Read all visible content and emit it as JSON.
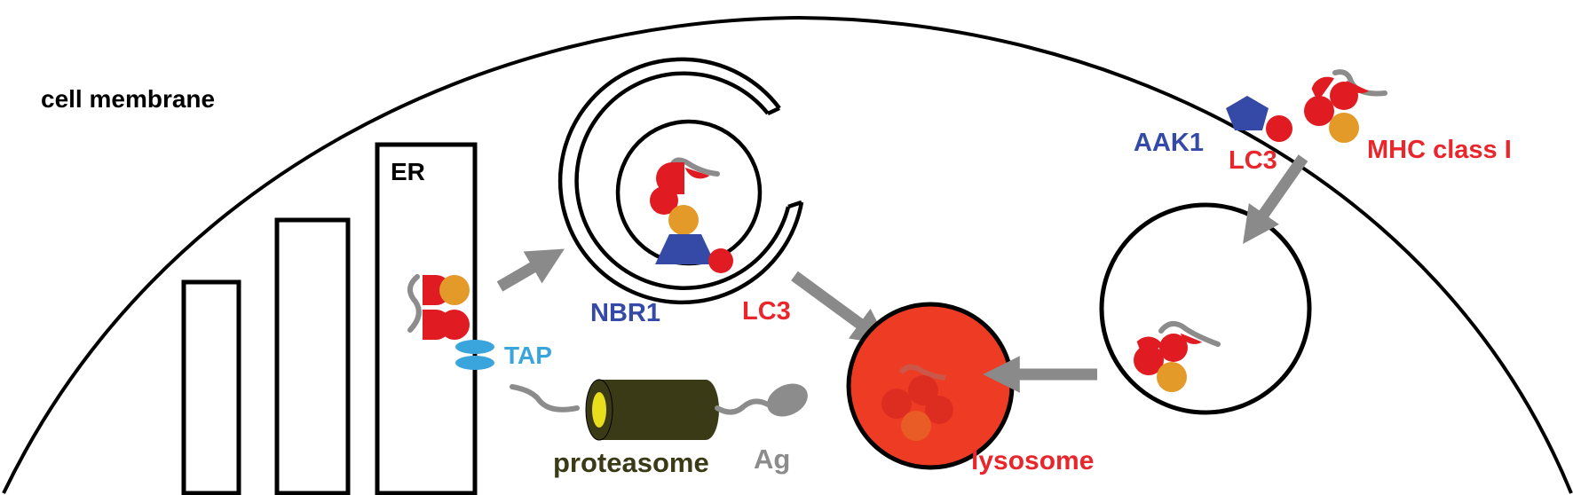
{
  "labels": {
    "cell_membrane": "cell membrane",
    "er": "ER",
    "tap": "TAP",
    "nbr1": "NBR1",
    "lc3_autophagosome": "LC3",
    "proteasome": "proteasome",
    "ag": "Ag",
    "lysosome": "lysosome",
    "aak1": "AAK1",
    "lc3_membrane": "LC3",
    "mhc_class_i": "MHC class I"
  },
  "colors": {
    "outline": "#000000",
    "mhc_red": "#e01b22",
    "b2m_orange": "#e39a28",
    "peptide_gray": "#8c8c8c",
    "arrow_gray": "#8a8a8a",
    "tap_blue": "#3aa5dc",
    "nbr1_blue": "#344aa6",
    "lysosome_fill": "#ee3b24",
    "proteasome_body": "#3b3a16",
    "proteasome_core": "#e8de1b",
    "lysosome_text": "#e8262b",
    "proteasome_text": "#3b3a16",
    "ag_text": "#8c8c8c"
  }
}
